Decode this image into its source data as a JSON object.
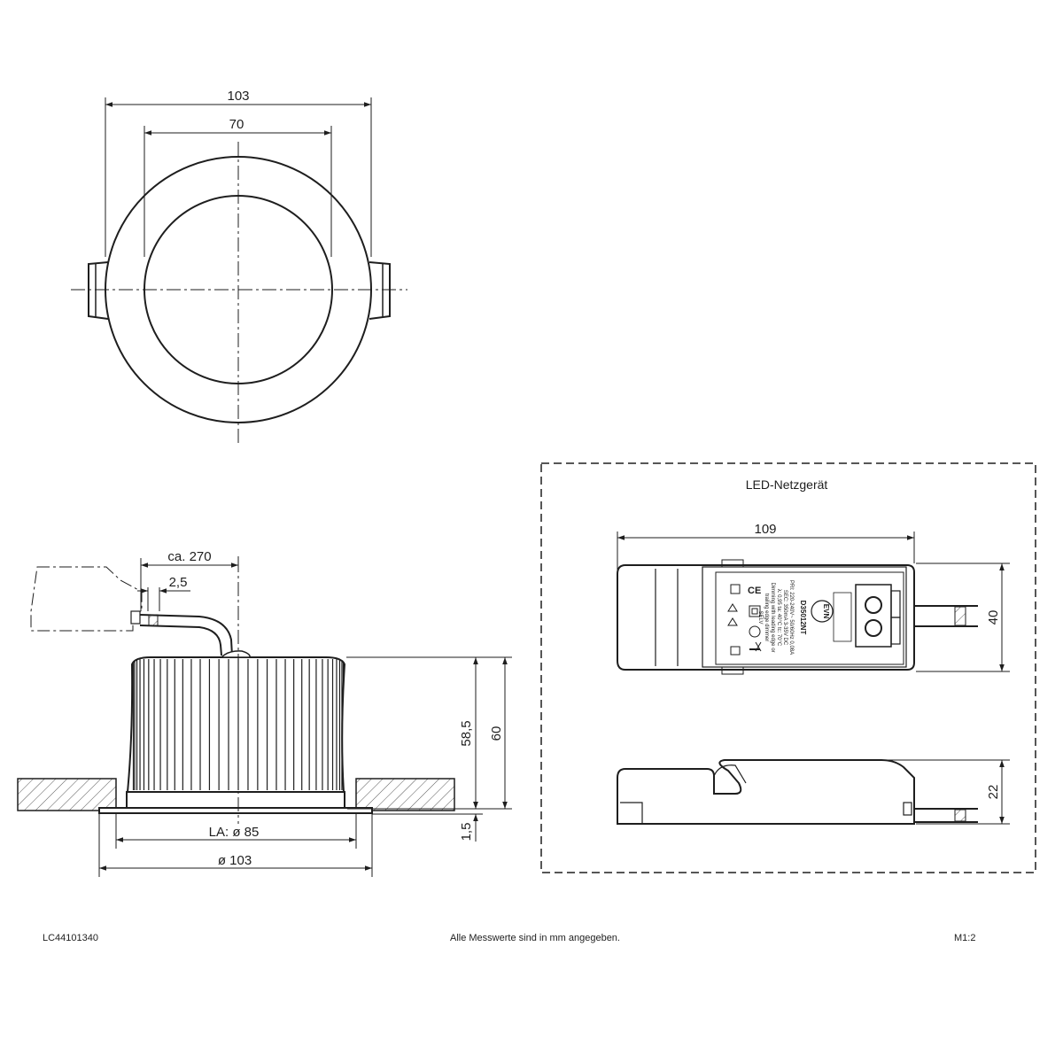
{
  "top_view": {
    "outer_diameter_label": "103",
    "inner_diameter_label": "70"
  },
  "side_view": {
    "cable_length_label": "ca. 270",
    "cable_offset_label": "2,5",
    "body_height_label": "58,5",
    "total_height_label": "60",
    "flange_height_label": "1,5",
    "cutout_label": "LA: ø 85",
    "flange_diameter_label": "ø 103"
  },
  "psu": {
    "box_title": "LED-Netzgerät",
    "length_label": "109",
    "width_label": "40",
    "height_label": "22",
    "model": "D35012NT",
    "spec_lines": [
      "PRI: 220-240V~ 50/60Hz 0,08A",
      "SEC: 350mA 3-35V DC",
      "λ: 0,95  ta: 40°C  tc: 70°C",
      "Dimming with leading edge or",
      "trailing edge dimmer",
      "SELV"
    ],
    "logo_text": "EVN"
  },
  "footer": {
    "article_number": "LC44101340",
    "note": "Alle Messwerte sind in mm angegeben.",
    "scale": "M1:2"
  }
}
